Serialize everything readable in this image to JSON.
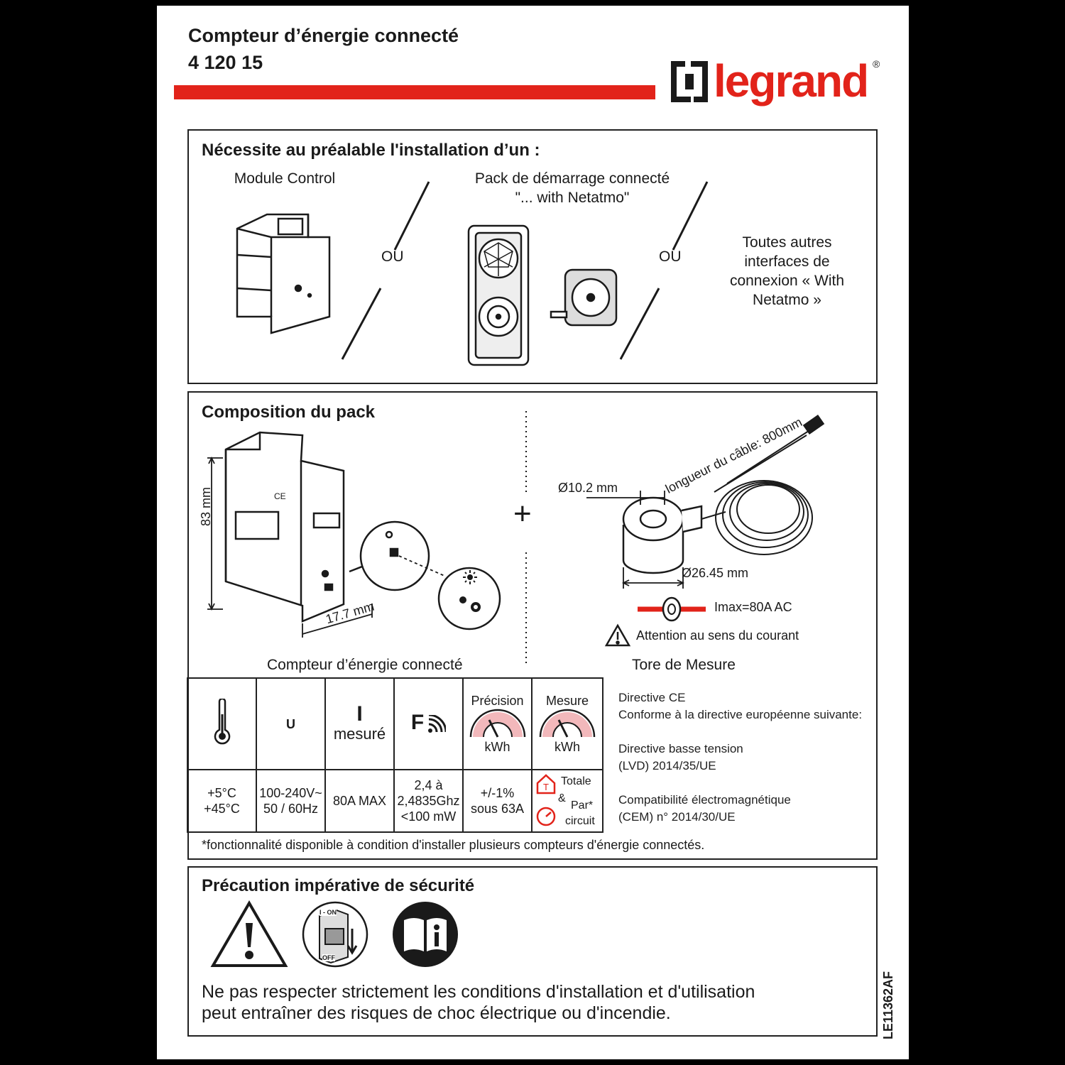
{
  "header": {
    "title": "Compteur d’énergie connecté",
    "reference": "4 120 15",
    "brand": "legrand",
    "brand_mark": "®"
  },
  "colors": {
    "brand_red": "#e2231a",
    "ink": "#1a1a1a"
  },
  "prereq": {
    "heading": "Nécessite au préalable l'installation d’un :",
    "option1": "Module Control",
    "or1": "OU",
    "option2_line1": "Pack de démarrage connecté",
    "option2_line2": "\"... with Netatmo\"",
    "or2": "OU",
    "option3_lines": [
      "Toutes autres",
      "interfaces de",
      "connexion « With",
      "Netatmo »"
    ]
  },
  "pack": {
    "heading": "Composition du pack",
    "dim_height": "83 mm",
    "dim_width": "17.7 mm",
    "meter_caption": "Compteur d’énergie connecté",
    "plus": "+",
    "cable_length": "longueur du câble: 800mm",
    "inner_diameter": "Ø10.2 mm",
    "outer_diameter": "Ø26.45 mm",
    "imax": "Imax=80A AC",
    "warning": "Attention au sens du courant",
    "torus_caption": "Tore de Mesure"
  },
  "specs": {
    "headers": {
      "u": "U",
      "i": "I",
      "i_sub": "mesuré",
      "f": "F",
      "precision": "Précision",
      "precision_unit": "kWh",
      "mesure": "Mesure",
      "mesure_unit": "kWh"
    },
    "values": {
      "temp_1": "+5°C",
      "temp_2": "+45°C",
      "voltage_1": "100-240V~",
      "voltage_2": "50 / 60Hz",
      "current": "80A MAX",
      "freq_1": "2,4 à",
      "freq_2": "2,4835Ghz",
      "freq_3": "<100 mW",
      "precision_1": "+/-1%",
      "precision_2": "sous 63A",
      "mesure_totale": "Totale",
      "mesure_amp": "&",
      "mesure_par": "Par*",
      "mesure_circuit": "circuit",
      "totale_badge": "T"
    },
    "footnote": "*fonctionnalité disponible à condition d'installer plusieurs compteurs d'énergie connectés.",
    "directive": [
      "Directive  CE",
      "Conforme à la directive européenne suivante:",
      "Directive basse tension",
      "(LVD) 2014/35/UE",
      "Compatibilité électromagnétique",
      "(CEM) n° 2014/30/UE"
    ]
  },
  "safety": {
    "heading": "Précaution impérative de sécurité",
    "switch_on": "I - ON",
    "switch_off": "OFF",
    "text_1": "Ne pas respecter strictement les conditions d'installation et d'utilisation",
    "text_2": "peut entraîner des risques de choc électrique ou d'incendie."
  },
  "doc_code": "LE11362AF"
}
